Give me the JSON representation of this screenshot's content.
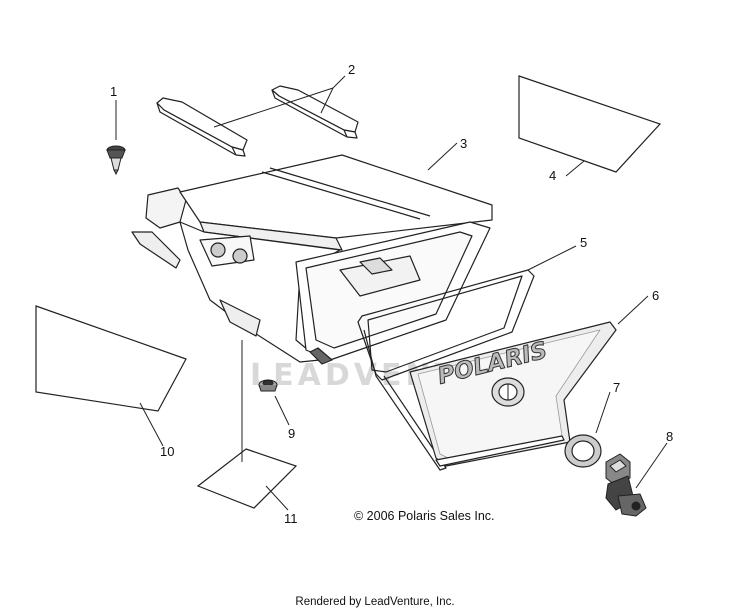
{
  "callouts": {
    "c1": "1",
    "c2": "2",
    "c3": "3",
    "c4": "4",
    "c5": "5",
    "c6": "6",
    "c7": "7",
    "c8": "8",
    "c9": "9",
    "c10": "10",
    "c11": "11"
  },
  "copyright": "© 2006 Polaris Sales Inc.",
  "footer": "Rendered by LeadVenture, Inc.",
  "door_logo": "POLARIS",
  "watermark": "LEADVENTURE"
}
